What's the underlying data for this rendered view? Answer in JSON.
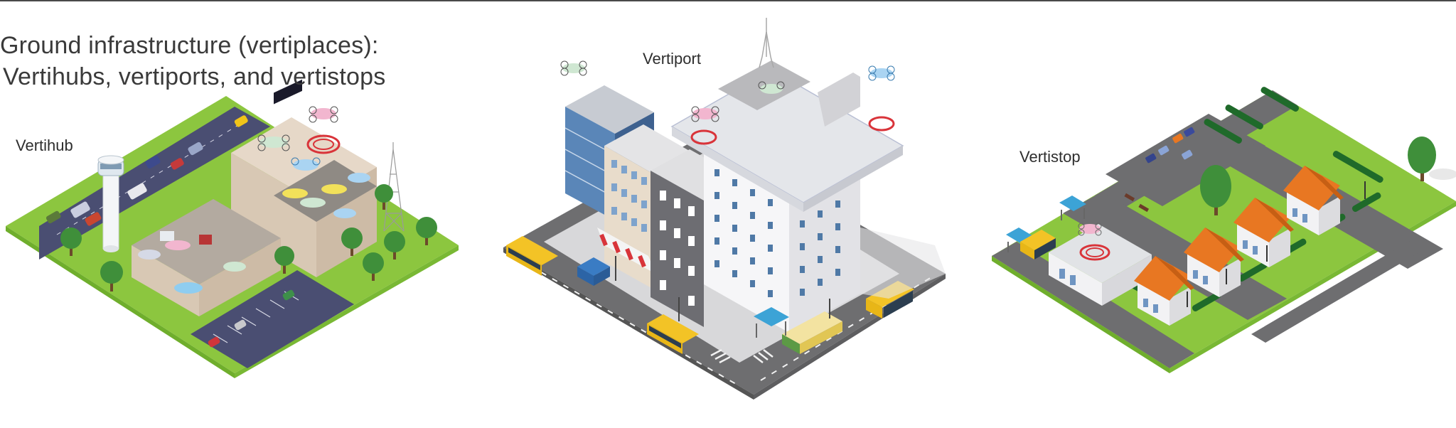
{
  "figure": {
    "title_line1": "Ground infrastructure (vertiplaces):",
    "title_line2": "Vertihubs, vertiports, and vertistops",
    "panels": [
      {
        "id": "vertihub",
        "label": "Vertihub",
        "elements": [
          "control-tower",
          "road-with-cars",
          "multi-level-hub-building",
          "landing-pad",
          "evtol-aircraft",
          "maintenance-hangar",
          "passenger-lounge",
          "parking-lot",
          "communication-mast",
          "trees"
        ]
      },
      {
        "id": "vertiport",
        "label": "Vertiport",
        "elements": [
          "rooftop-landing-pads",
          "high-rise-building",
          "glass-office-building",
          "beige-building",
          "grey-building",
          "awning-shop",
          "buses",
          "tram",
          "delivery-van",
          "street-crossing",
          "bus-shelter",
          "antenna-spire",
          "evtol-aircraft"
        ]
      },
      {
        "id": "vertistop",
        "label": "Vertistop",
        "elements": [
          "single-landing-pad-building",
          "evtol-aircraft",
          "houses",
          "hedges",
          "parking-lot",
          "bus-stops",
          "bus",
          "tree",
          "benches",
          "street-lamps"
        ]
      }
    ]
  },
  "colors": {
    "grass": "#8cc63f",
    "grass_dark": "#6fae2c",
    "road_blue": "#4a4e72",
    "road_grey": "#6e6e70",
    "pad_red": "#d9343a",
    "roof_orange": "#e87722",
    "building_light": "#efefef",
    "building_beige": "#e8dccb",
    "glass_blue": "#5a86b8",
    "tree": "#3f8f3a",
    "text": "#333333"
  }
}
